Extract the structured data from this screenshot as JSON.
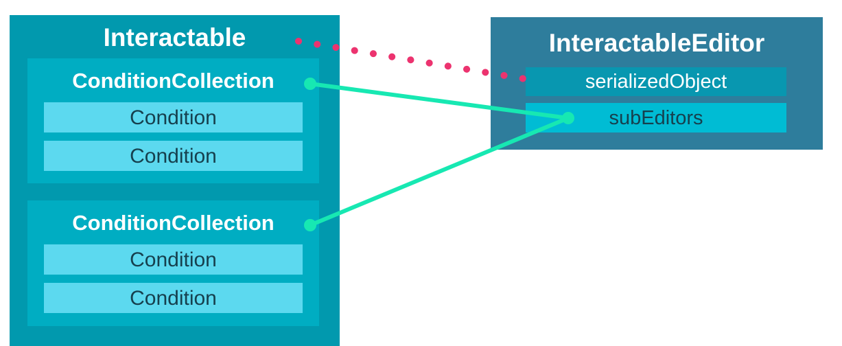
{
  "left_box": {
    "title": "Interactable",
    "collections": [
      {
        "title": "ConditionCollection",
        "items": [
          "Condition",
          "Condition"
        ]
      },
      {
        "title": "ConditionCollection",
        "items": [
          "Condition",
          "Condition"
        ]
      }
    ]
  },
  "right_box": {
    "title": "InteractableEditor",
    "fields": [
      {
        "label": "serializedObject"
      },
      {
        "label": "subEditors"
      }
    ]
  },
  "connectors": [
    {
      "id": "interactable-to-serializedObject",
      "style": "dotted",
      "color": "#ec336f",
      "from": "Interactable",
      "to": "serializedObject"
    },
    {
      "id": "conditionCollection1-to-subEditors",
      "style": "solid",
      "color": "#17e8b2",
      "from": "ConditionCollection (top)",
      "to": "subEditors"
    },
    {
      "id": "conditionCollection2-to-subEditors",
      "style": "solid",
      "color": "#17e8b2",
      "from": "ConditionCollection (bottom)",
      "to": "subEditors"
    }
  ],
  "colors": {
    "interactable_box": "#0199ae",
    "collection_box": "#00adc2",
    "condition_box": "#5cd9ef",
    "editor_box": "#2e7d9c",
    "serialized_field": "#0897b0",
    "subeditors_field": "#00bcd4",
    "title_text": "#ffffff",
    "dark_text": "#16404e",
    "link_pink": "#ec336f",
    "link_green": "#17e8b2"
  }
}
